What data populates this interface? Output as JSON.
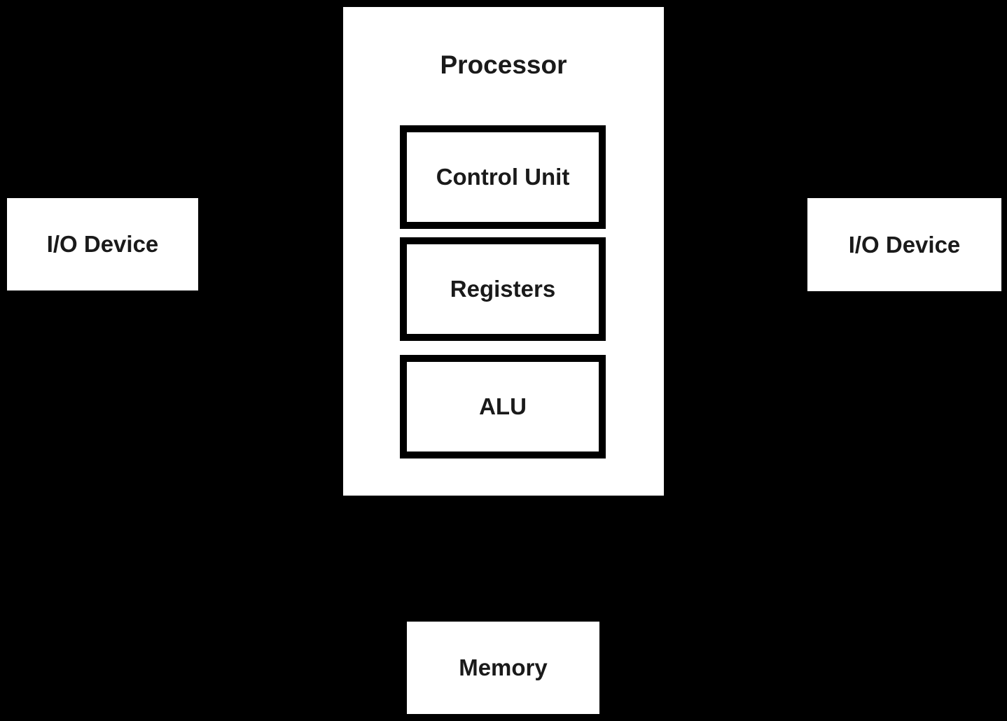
{
  "diagram": {
    "type": "block-diagram",
    "colors": {
      "background": "#000000",
      "box_fill": "#ffffff",
      "box_border": "#000000",
      "text": "#1a1a1a"
    },
    "processor": {
      "title": "Processor",
      "components": [
        {
          "label": "Control Unit"
        },
        {
          "label": "Registers"
        },
        {
          "label": "ALU"
        }
      ]
    },
    "io_devices": [
      {
        "label": "I/O Device",
        "position": "left"
      },
      {
        "label": "I/O Device",
        "position": "right"
      }
    ],
    "memory": {
      "label": "Memory"
    }
  }
}
